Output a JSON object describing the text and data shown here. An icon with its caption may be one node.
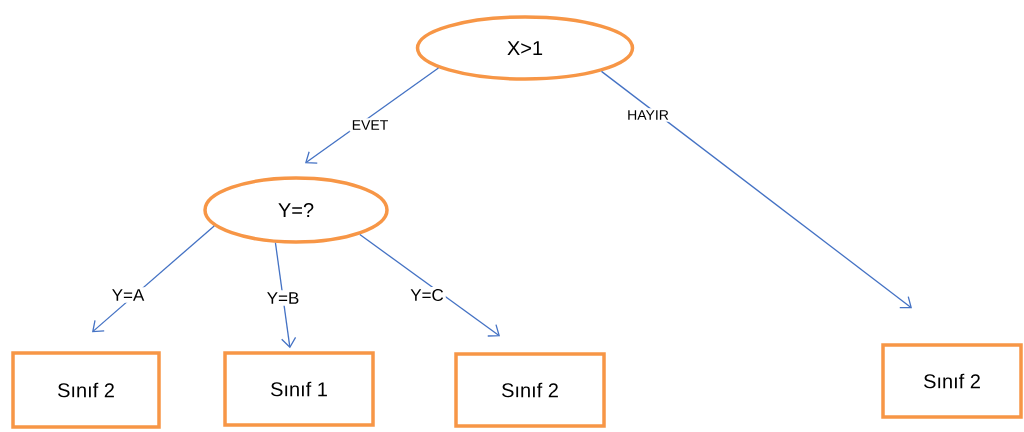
{
  "diagram": {
    "nodes": [
      {
        "text": [
          "X>1"
        ]
      },
      {
        "text": [
          "Y=?"
        ]
      },
      {
        "text": [
          "Sınıf 2"
        ]
      },
      {
        "text": [
          "Sınıf 1"
        ]
      },
      {
        "text": [
          "Sınıf 2"
        ]
      },
      {
        "text": [
          "Sınıf 2"
        ]
      }
    ],
    "edges": [
      {
        "from": 0,
        "to": 1,
        "arrow": "to",
        "label": "EVET"
      },
      {
        "from": 0,
        "to": 5,
        "arrow": "to",
        "label": "HAYIR"
      },
      {
        "from": 1,
        "to": 2,
        "arrow": "to",
        "label": "Y=A"
      },
      {
        "from": 1,
        "to": 3,
        "arrow": "to",
        "label": "Y=B"
      },
      {
        "from": 1,
        "to": 4,
        "arrow": "to",
        "label": "Y=C"
      }
    ]
  }
}
